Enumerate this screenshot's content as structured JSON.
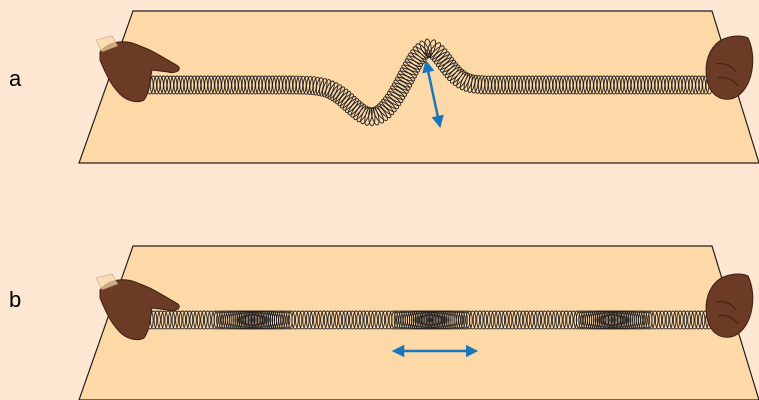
{
  "panels": [
    {
      "label": "a",
      "wave": "transverse",
      "motion": "up-down"
    },
    {
      "label": "b",
      "wave": "longitudinal",
      "motion": "left-right"
    }
  ],
  "colors": {
    "background": "#fde7d3",
    "table": "#fcd9a6",
    "outline": "#231f20",
    "arrow": "#1b75bb",
    "skin": "#6b3b26",
    "skin_dark": "#3d2113"
  }
}
